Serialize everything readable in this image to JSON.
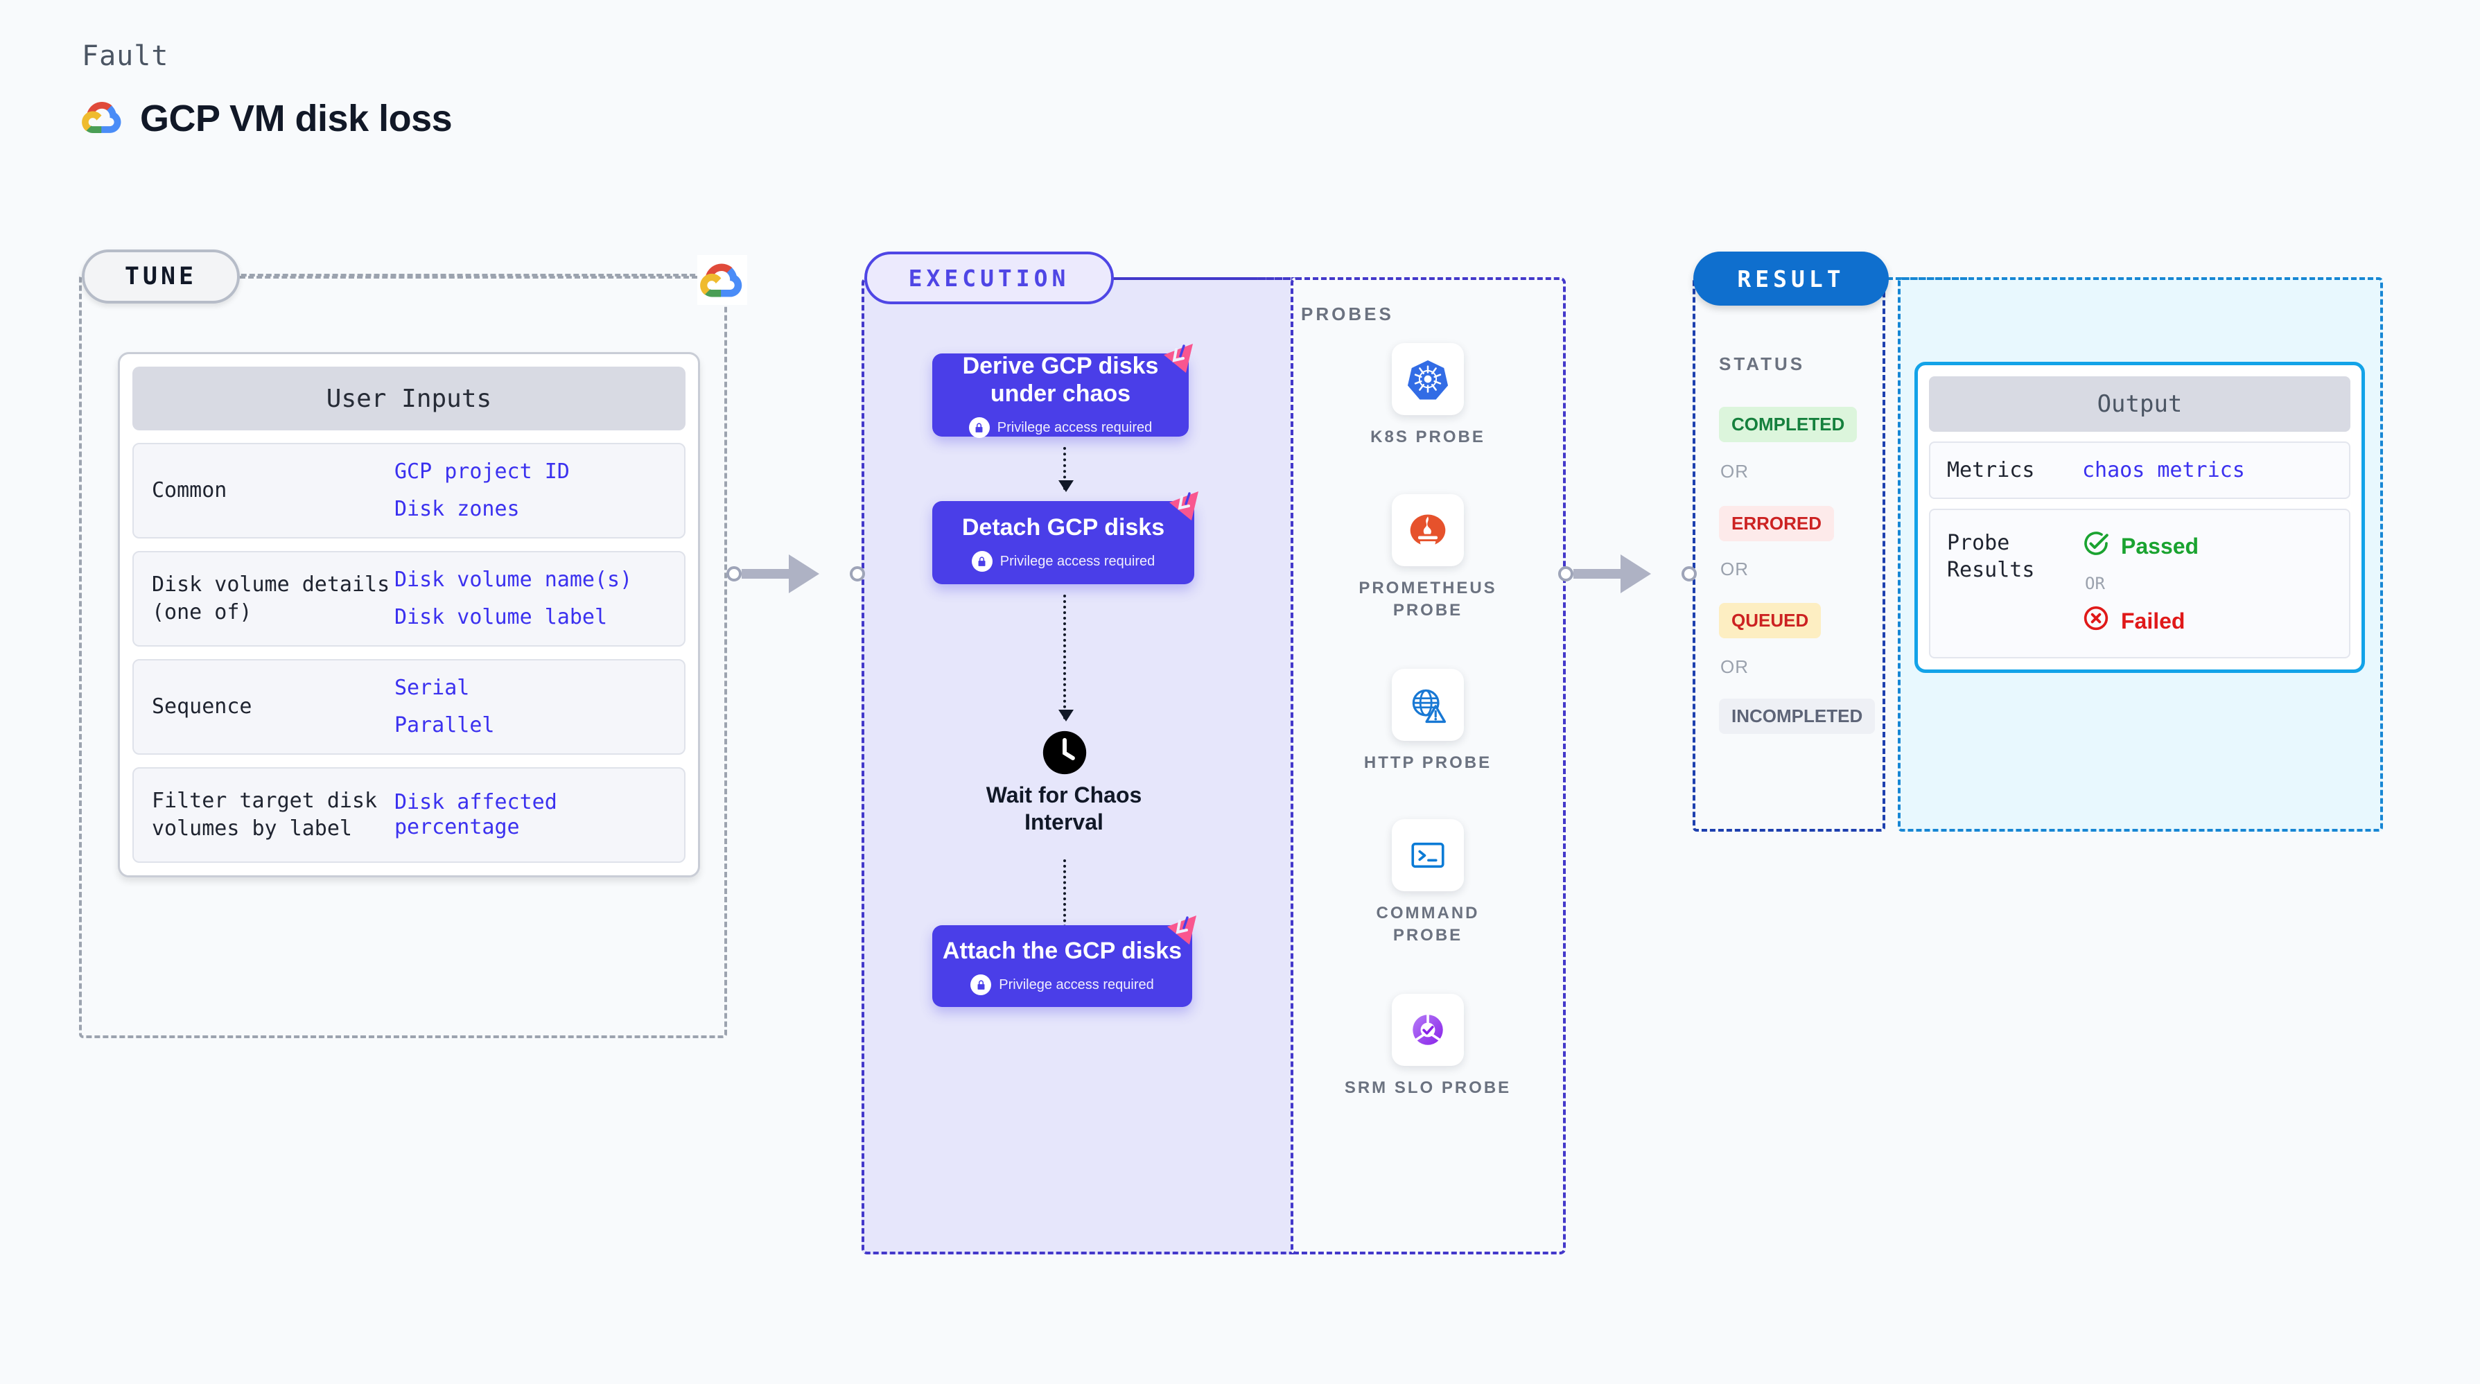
{
  "header": {
    "kicker": "Fault",
    "title": "GCP VM disk loss",
    "logo_icon": "gcp-logo-icon"
  },
  "tune": {
    "pill_label": "TUNE",
    "provider_icon": "gcp-logo-icon",
    "card_title": "User Inputs",
    "rows": [
      {
        "key": "Common",
        "values": [
          "GCP project ID",
          "Disk zones"
        ]
      },
      {
        "key": "Disk volume details (one of)",
        "values": [
          "Disk volume name(s)",
          "Disk volume label"
        ]
      },
      {
        "key": "Sequence",
        "values": [
          "Serial",
          "Parallel"
        ]
      },
      {
        "key": "Filter target disk volumes by label",
        "values": [
          "Disk affected percentage"
        ]
      }
    ]
  },
  "execution": {
    "pill_label": "EXECUTION",
    "steps": [
      {
        "title": "Derive GCP disks under chaos",
        "note": "Privilege access required",
        "icon": "lock-icon",
        "ribbon": "litmus-logo-icon"
      },
      {
        "title": "Detach GCP disks",
        "note": "Privilege access required",
        "icon": "lock-icon",
        "ribbon": "litmus-logo-icon"
      },
      {
        "title": "Attach the GCP disks",
        "note": "Privilege access required",
        "icon": "lock-icon",
        "ribbon": "litmus-logo-icon"
      }
    ],
    "wait": {
      "label": "Wait for Chaos Interval",
      "icon": "clock-icon"
    }
  },
  "probes": {
    "label": "PROBES",
    "items": [
      {
        "name": "K8S PROBE",
        "icon": "kubernetes-icon"
      },
      {
        "name": "PROMETHEUS PROBE",
        "icon": "prometheus-icon"
      },
      {
        "name": "HTTP PROBE",
        "icon": "http-globe-warning-icon"
      },
      {
        "name": "COMMAND PROBE",
        "icon": "terminal-icon"
      },
      {
        "name": "SRM SLO PROBE",
        "icon": "srm-slo-icon"
      }
    ]
  },
  "result": {
    "pill_label": "RESULT",
    "status_label": "STATUS",
    "or_label": "OR",
    "statuses": [
      {
        "label": "COMPLETED",
        "bg": "#dcf5dc",
        "fg": "#15803d"
      },
      {
        "label": "ERRORED",
        "bg": "#fdeaea",
        "fg": "#cc2222"
      },
      {
        "label": "QUEUED",
        "bg": "#fdeec2",
        "fg": "#cc2222"
      },
      {
        "label": "INCOMPLETED",
        "bg": "#eef0f5",
        "fg": "#5d6477"
      }
    ]
  },
  "output": {
    "title": "Output",
    "rows": [
      {
        "key": "Metrics",
        "value": "chaos metrics"
      }
    ],
    "probe_results": {
      "key": "Probe Results",
      "passed_label": "Passed",
      "failed_label": "Failed",
      "or_label": "OR",
      "passed_icon": "check-circle-icon",
      "failed_icon": "x-circle-icon"
    }
  },
  "colors": {
    "accent_purple": "#4a3ee8",
    "accent_blue": "#0f6fce",
    "accent_cyan": "#13a3e8",
    "ribbon_pink": "#f9568f",
    "passed_green": "#1aa330",
    "failed_red": "#e01919",
    "value_blue": "#3b31ef"
  }
}
